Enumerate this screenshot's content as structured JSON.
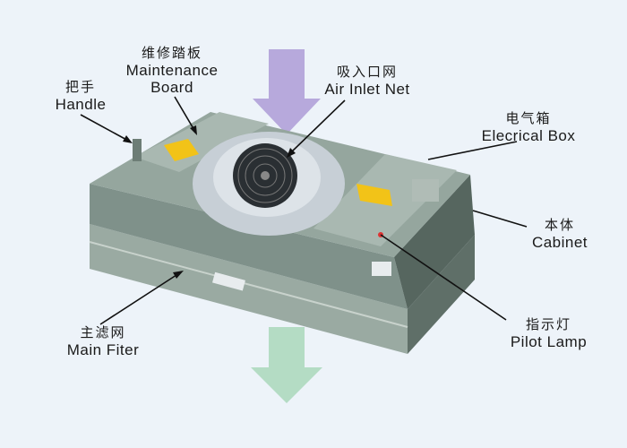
{
  "labels": {
    "maintenance_board": {
      "zh": "维修踏板",
      "en_1": "Maintenance",
      "en_2": "Board"
    },
    "handle": {
      "zh": "把手",
      "en": "Handle"
    },
    "air_inlet_net": {
      "zh": "吸入口网",
      "en": "Air Inlet Net"
    },
    "electrical_box": {
      "zh": "电气箱",
      "en": "Elecrical Box"
    },
    "cabinet": {
      "zh": "本体",
      "en": "Cabinet"
    },
    "pilot_lamp": {
      "zh": "指示灯",
      "en": "Pilot Lamp"
    },
    "main_filter": {
      "zh": "主滤网",
      "en": "Main Fiter"
    }
  },
  "colors": {
    "inlet_arrow": "#b7a9dc",
    "outlet_arrow": "#b4dcc4",
    "body": "#8a9a92",
    "warning": "#f2c318"
  }
}
